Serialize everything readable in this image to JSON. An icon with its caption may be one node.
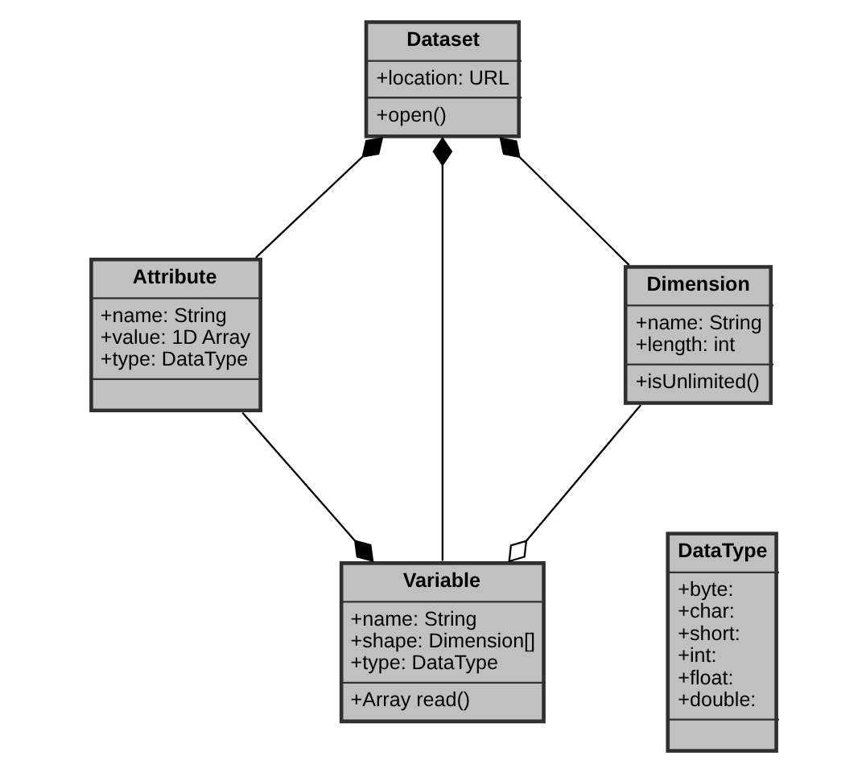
{
  "diagram": {
    "nodes": [
      {
        "text": [
          "Dataset",
          "+location: URL",
          "+open()"
        ]
      },
      {
        "text": [
          "Attribute",
          "+name: String",
          "+value: 1D Array",
          "+type: DataType"
        ]
      },
      {
        "text": [
          "Dimension",
          "+name: String",
          "+length: int",
          "+isUnlimited()"
        ]
      },
      {
        "text": [
          "Variable",
          "+name: String",
          "+shape: Dimension[]",
          "+type: DataType",
          "+Array read()"
        ]
      },
      {
        "text": [
          "DataType",
          "+byte:",
          "+char:",
          "+short:",
          "+int:",
          "+float:",
          "+double:"
        ]
      }
    ],
    "edges": [
      {
        "from": 0,
        "to": 1,
        "arrow": "other"
      },
      {
        "from": 0,
        "to": 3,
        "arrow": "other"
      },
      {
        "from": 0,
        "to": 2,
        "arrow": "other"
      },
      {
        "from": 1,
        "to": 3,
        "arrow": "other"
      },
      {
        "from": 2,
        "to": 3,
        "arrow": "other"
      }
    ]
  }
}
